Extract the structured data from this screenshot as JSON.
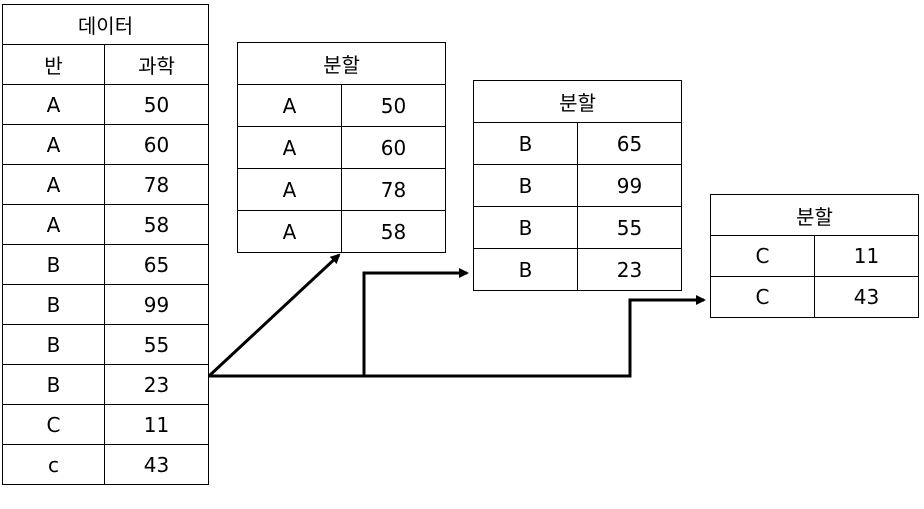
{
  "source": {
    "title": "데이터",
    "headers": [
      "반",
      "과학"
    ],
    "rows": [
      [
        "A",
        "50"
      ],
      [
        "A",
        "60"
      ],
      [
        "A",
        "78"
      ],
      [
        "A",
        "58"
      ],
      [
        "B",
        "65"
      ],
      [
        "B",
        "99"
      ],
      [
        "B",
        "55"
      ],
      [
        "B",
        "23"
      ],
      [
        "C",
        "11"
      ],
      [
        "c",
        "43"
      ]
    ]
  },
  "splits": [
    {
      "title": "분할",
      "rows": [
        [
          "A",
          "50"
        ],
        [
          "A",
          "60"
        ],
        [
          "A",
          "78"
        ],
        [
          "A",
          "58"
        ]
      ]
    },
    {
      "title": "분할",
      "rows": [
        [
          "B",
          "65"
        ],
        [
          "B",
          "99"
        ],
        [
          "B",
          "55"
        ],
        [
          "B",
          "23"
        ]
      ]
    },
    {
      "title": "분할",
      "rows": [
        [
          "C",
          "11"
        ],
        [
          "C",
          "43"
        ]
      ]
    }
  ],
  "colors": {
    "line": "#000000",
    "background": "#ffffff"
  }
}
